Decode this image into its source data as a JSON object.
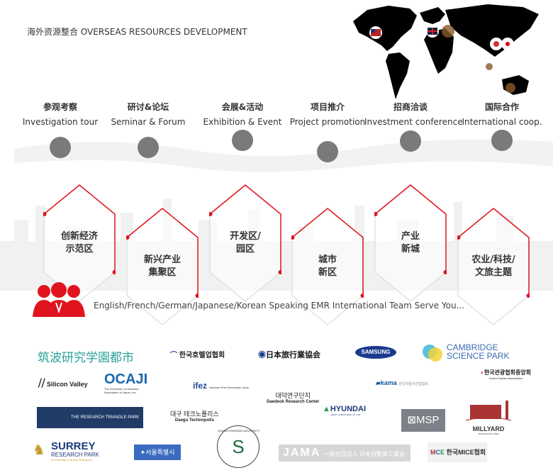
{
  "header": {
    "title": "海外资源整合 OVERSEAS RESOURCES DEVELOPMENT"
  },
  "services": [
    {
      "zh": "参观考察",
      "en": "Investigation tour"
    },
    {
      "zh": "研讨&论坛",
      "en": "Seminar & Forum"
    },
    {
      "zh": "会展&活动",
      "en": "Exhibition & Event"
    },
    {
      "zh": "项目推介",
      "en": "Project promotion"
    },
    {
      "zh": "招商洽谈",
      "en": "Investment conference"
    },
    {
      "zh": "国际合作",
      "en": "International coop."
    }
  ],
  "zones": [
    {
      "label": "创新经济\n示范区"
    },
    {
      "label": "新兴产业\n集聚区"
    },
    {
      "label": "开发区/\n园区"
    },
    {
      "label": "城市\n新区"
    },
    {
      "label": "产业\n新城"
    },
    {
      "label": "农业/科技/\n文旅主题"
    }
  ],
  "team": {
    "text": "English/French/German/Japanese/Korean Speaking EMR International Team Serve You..."
  },
  "partners": {
    "tsukuba": "筑波研究学園都市",
    "korea_hotel": "한국호텔업협회",
    "jata": "日本旅行業協会",
    "samsung": "SAMSUNG",
    "cambridge1": "CAMBRIDGE",
    "cambridge2": "SCIENCE PARK",
    "silicon": "Silicon Valley",
    "ocaji": "OCAJI",
    "ocaji_sub": "The Overseas Construction Association of Japan, Inc.",
    "ifez": "ifez",
    "ifez_sub": "Incheon Free Economic Zone",
    "daedeok_kr": "대덕연구단지",
    "daedeok_en": "Daedeok Research Center",
    "kama": "kama",
    "kama_sub": "한국자동차산업협회",
    "kta": "한국관광협회중앙회",
    "kta_sub": "Korea Tourism Association",
    "rtp": "THE RESEARCH TRIANGLE PARK",
    "daegu_kr": "대구 테크노폴리스",
    "daegu_en": "Daegu Technopolis",
    "hyundai": "HYUNDAI",
    "hyundai_sub": "HEAVY INDUSTRIES CO.,LTD.",
    "msp": "MSP",
    "millyard": "MILLYARD",
    "millyard_sub": "TECHNOLOGY PARK",
    "surrey": "SURREY",
    "surrey2": "RESEARCH PARK",
    "surrey_sub": "A University of Surrey Enterprise",
    "seoul": "서울특별시",
    "skku": "SUNGKYUNKWAN UNIVERSITY",
    "jama": "JAMA",
    "jama_sub": "一般社団法人 日本自動車工業会",
    "mice": "한국MICE협회"
  },
  "colors": {
    "accent": "#e0141e",
    "dot": "#7a7a7a"
  }
}
